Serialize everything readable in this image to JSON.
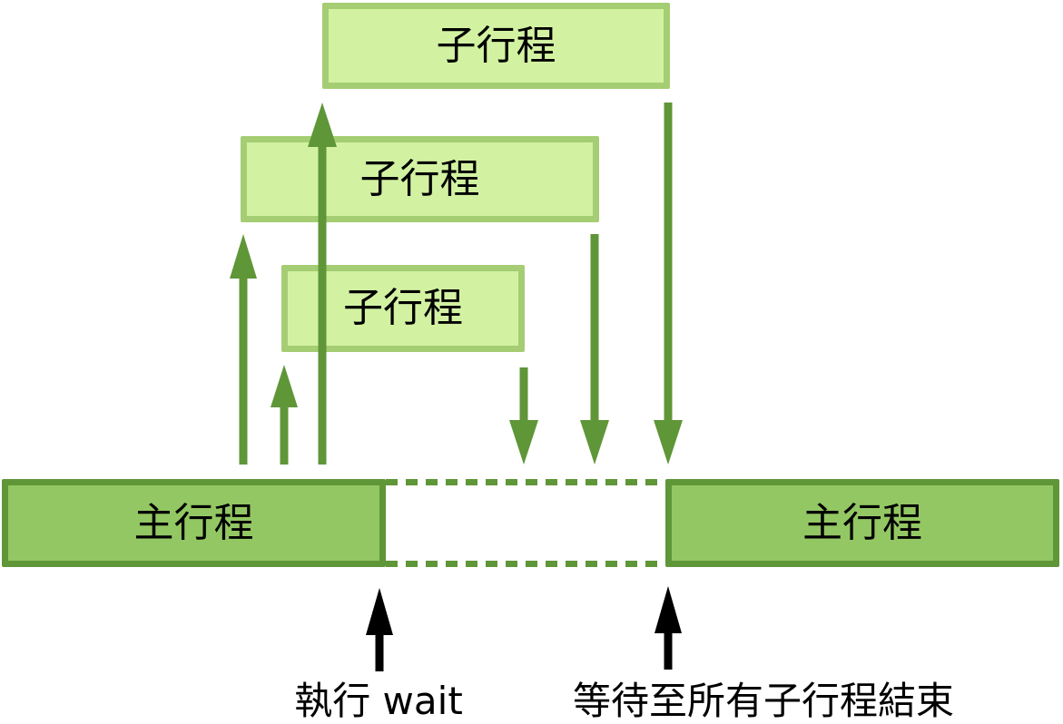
{
  "boxes": {
    "children": [
      {
        "label": "子行程"
      },
      {
        "label": "子行程"
      },
      {
        "label": "子行程"
      }
    ],
    "main": [
      {
        "label": "主行程"
      },
      {
        "label": "主行程"
      }
    ]
  },
  "annotations": {
    "wait_call": "執行 wait",
    "wait_until_all_children_end": "等待至所有子行程結束"
  },
  "icons": {
    "fork_arrows": "green-up-arrow",
    "exit_arrows": "green-down-arrow",
    "event_markers": "black-up-arrow",
    "suspended_section": "green-dashed-line"
  },
  "colors": {
    "child_box_fill": "#d2f2a2",
    "child_box_border": "#a5cd73",
    "main_box_fill": "#93c763",
    "main_box_border": "#5f9638",
    "arrow_green": "#5f9638",
    "dashed_line": "#5f9638",
    "annotation_arrow": "#000000",
    "text": "#000000",
    "background": "#ffffff"
  }
}
